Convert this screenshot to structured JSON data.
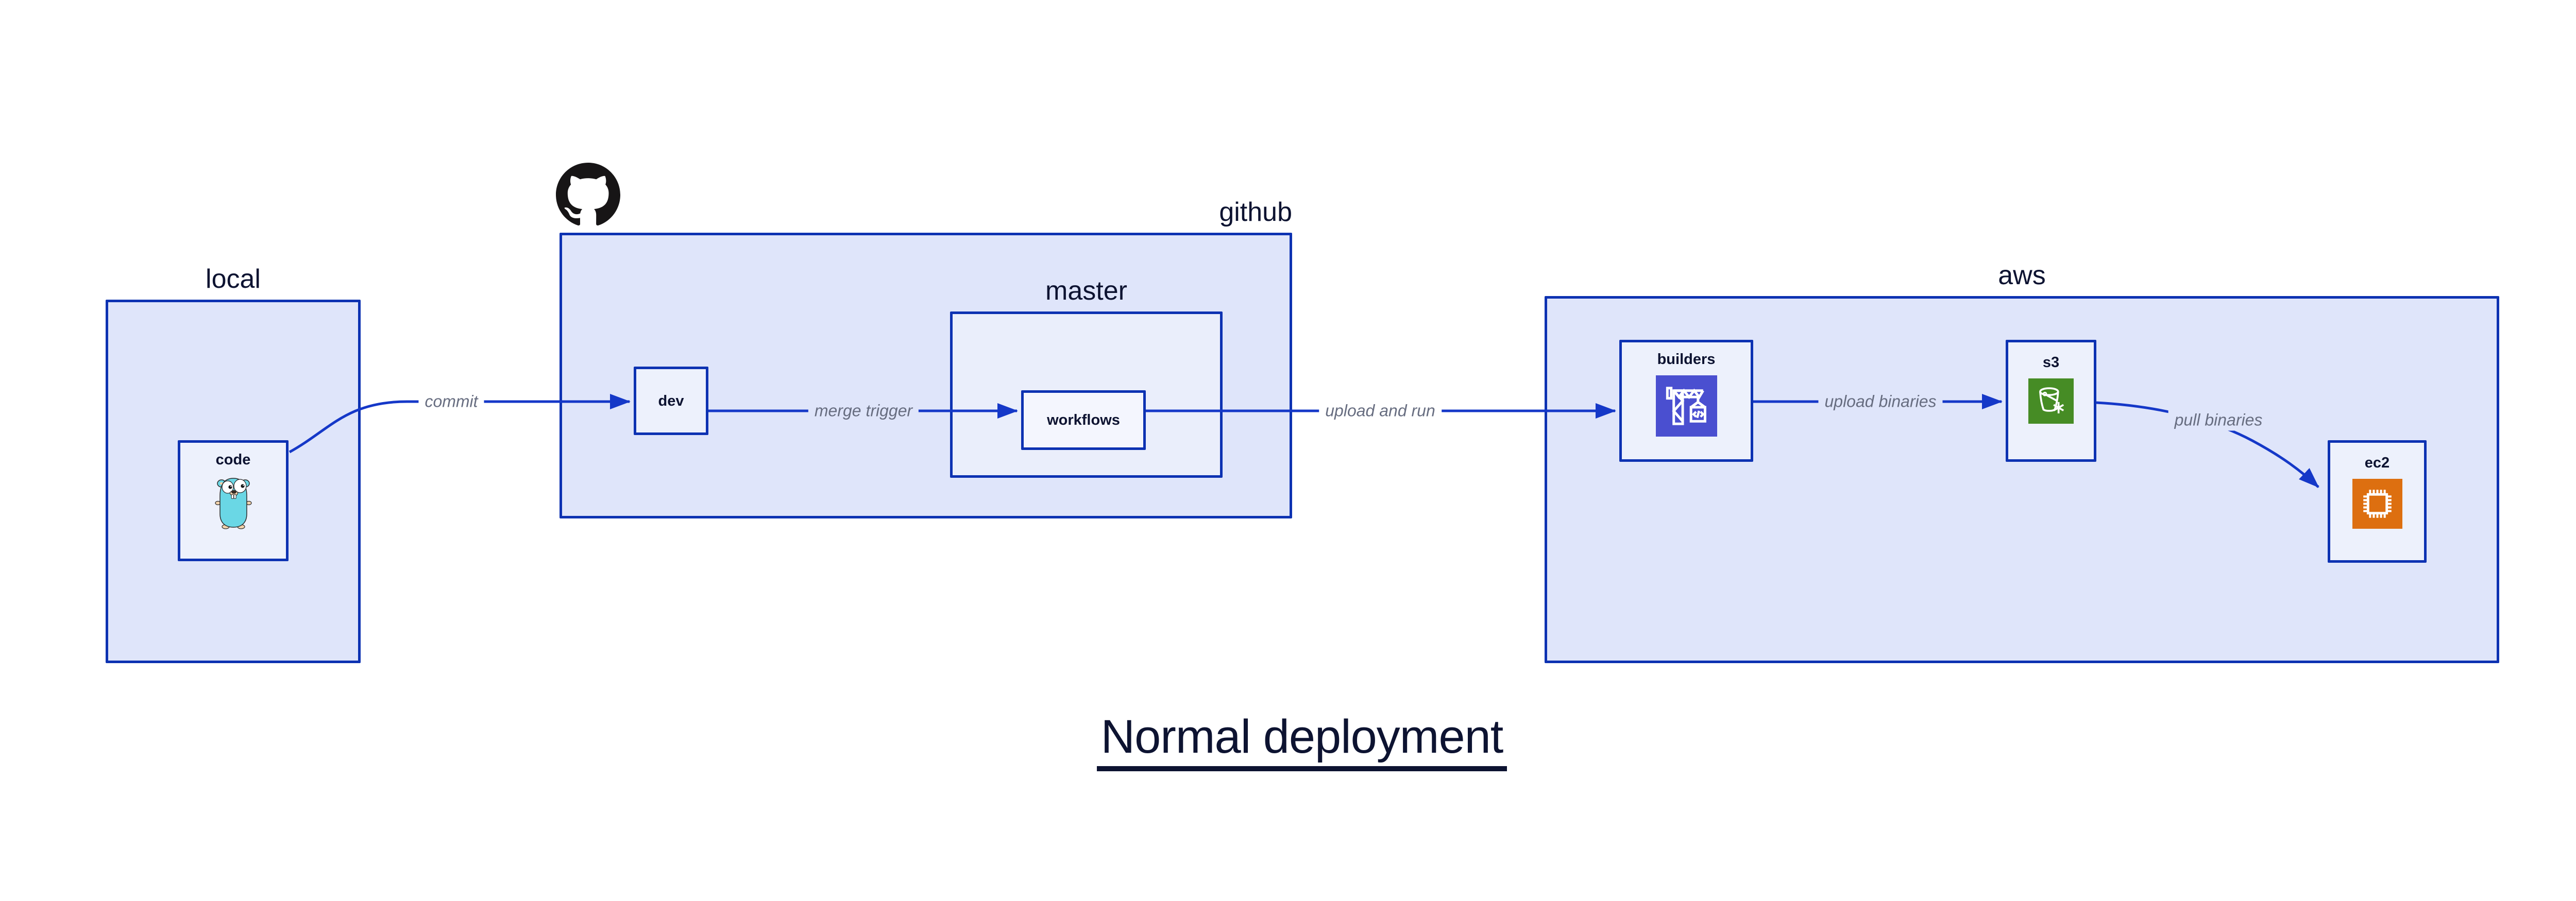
{
  "title": {
    "text": "Normal deployment"
  },
  "clusters": {
    "local": {
      "label": "local"
    },
    "github": {
      "label": "github"
    },
    "master": {
      "label": "master"
    },
    "aws": {
      "label": "aws"
    }
  },
  "nodes": {
    "code": {
      "label": "code",
      "icon": "go-gopher"
    },
    "dev": {
      "label": "dev"
    },
    "workflows": {
      "label": "workflows"
    },
    "builders": {
      "label": "builders",
      "icon": "aws-codebuild-crane"
    },
    "s3": {
      "label": "s3",
      "icon": "aws-s3-glacier-bucket"
    },
    "ec2": {
      "label": "ec2",
      "icon": "aws-ec2-chip"
    }
  },
  "edges": {
    "commit": {
      "label": "commit",
      "from": "code",
      "to": "dev"
    },
    "merge_trigger": {
      "label": "merge trigger",
      "from": "dev",
      "to": "workflows"
    },
    "upload_and_run": {
      "label": "upload and run",
      "from": "workflows",
      "to": "builders"
    },
    "upload_binaries": {
      "label": "upload binaries",
      "from": "builders",
      "to": "s3"
    },
    "pull_binaries": {
      "label": "pull binaries",
      "from": "s3",
      "to": "ec2"
    }
  },
  "icons": {
    "github_logo": "github-octocat"
  },
  "colors": {
    "edge": "#1538c8",
    "border": "#0d32b2",
    "cluster_fill": "#dfe5fa",
    "master_fill": "#eaeefb",
    "node_fill": "#edf1fc",
    "inner_node_fill": "#f4f6fe",
    "text": "#0d1331",
    "edge_label": "#676d80",
    "codebuild": "#4a4fd0",
    "s3_green": "#468c25",
    "ec2_orange": "#dd6f10",
    "gopher_teal": "#6ad7e5",
    "octocat_black": "#171516",
    "bg": "#ffffff"
  }
}
